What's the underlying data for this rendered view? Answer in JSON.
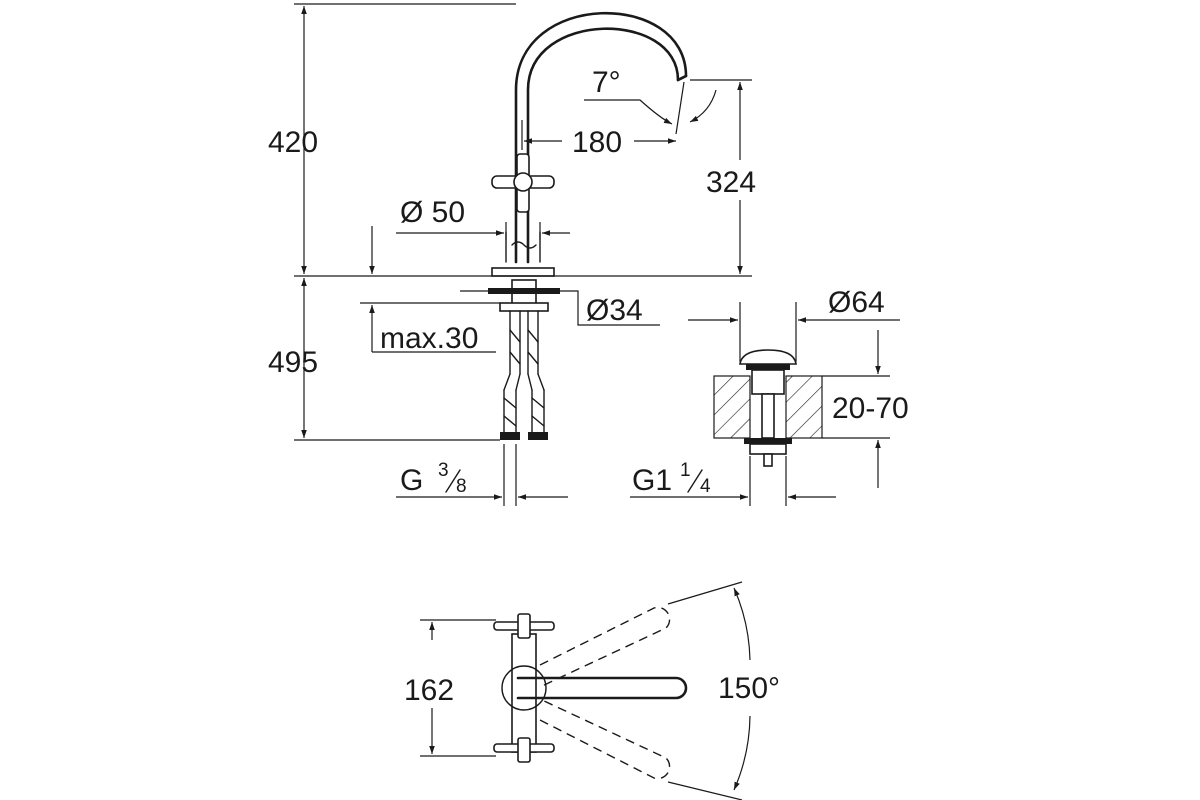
{
  "dimensions": {
    "total_height": "420",
    "spout_angle": "7°",
    "spout_reach": "180",
    "spout_height": "324",
    "body_diameter": "Ø 50",
    "lower_height": "495",
    "hole_diameter": "Ø34",
    "max_thickness": "max.30",
    "connection_main": "G ",
    "connection_num": "3",
    "connection_den": "8",
    "waste_diameter": "Ø64",
    "waste_thickness": "20-70",
    "waste_thread_main": "G1",
    "waste_thread_num": "1",
    "waste_thread_den": "4",
    "plan_width": "162",
    "swivel_angle": "150°"
  },
  "colors": {
    "line": "#1a1a1a",
    "background": "#ffffff"
  },
  "icons": {
    "arrowheads": "arrow-icon",
    "hatching": "hatch-pattern"
  }
}
